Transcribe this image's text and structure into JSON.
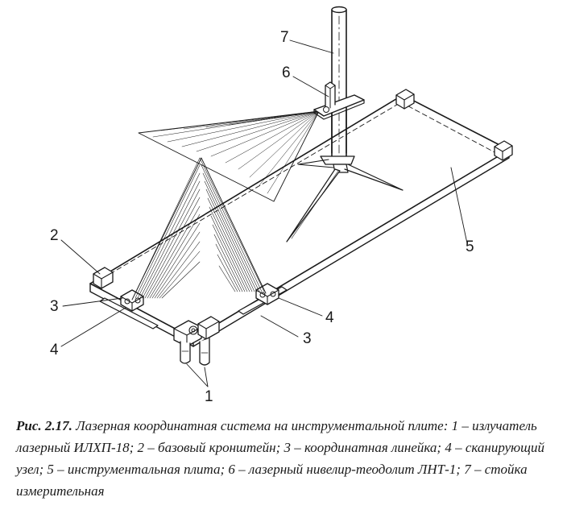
{
  "labels": {
    "l1": "1",
    "l2": "2",
    "l3a": "3",
    "l3b": "3",
    "l4a": "4",
    "l4b": "4",
    "l5": "5",
    "l6": "6",
    "l7": "7"
  },
  "caption": {
    "number": "Рис. 2.17.",
    "text": "Лазерная координатная система на инструментальной плите: 1 – излучатель лазерный ИЛХП-18; 2 – базовый кронштейн; 3 – координатная линейка; 4 – сканирующий узел; 5 – инструментальная плита; 6 – лазерный нивелир-теодолит ЛНТ-1; 7 – стойка измерительная"
  },
  "colors": {
    "ink": "#1a1a1a",
    "paper": "#ffffff"
  }
}
